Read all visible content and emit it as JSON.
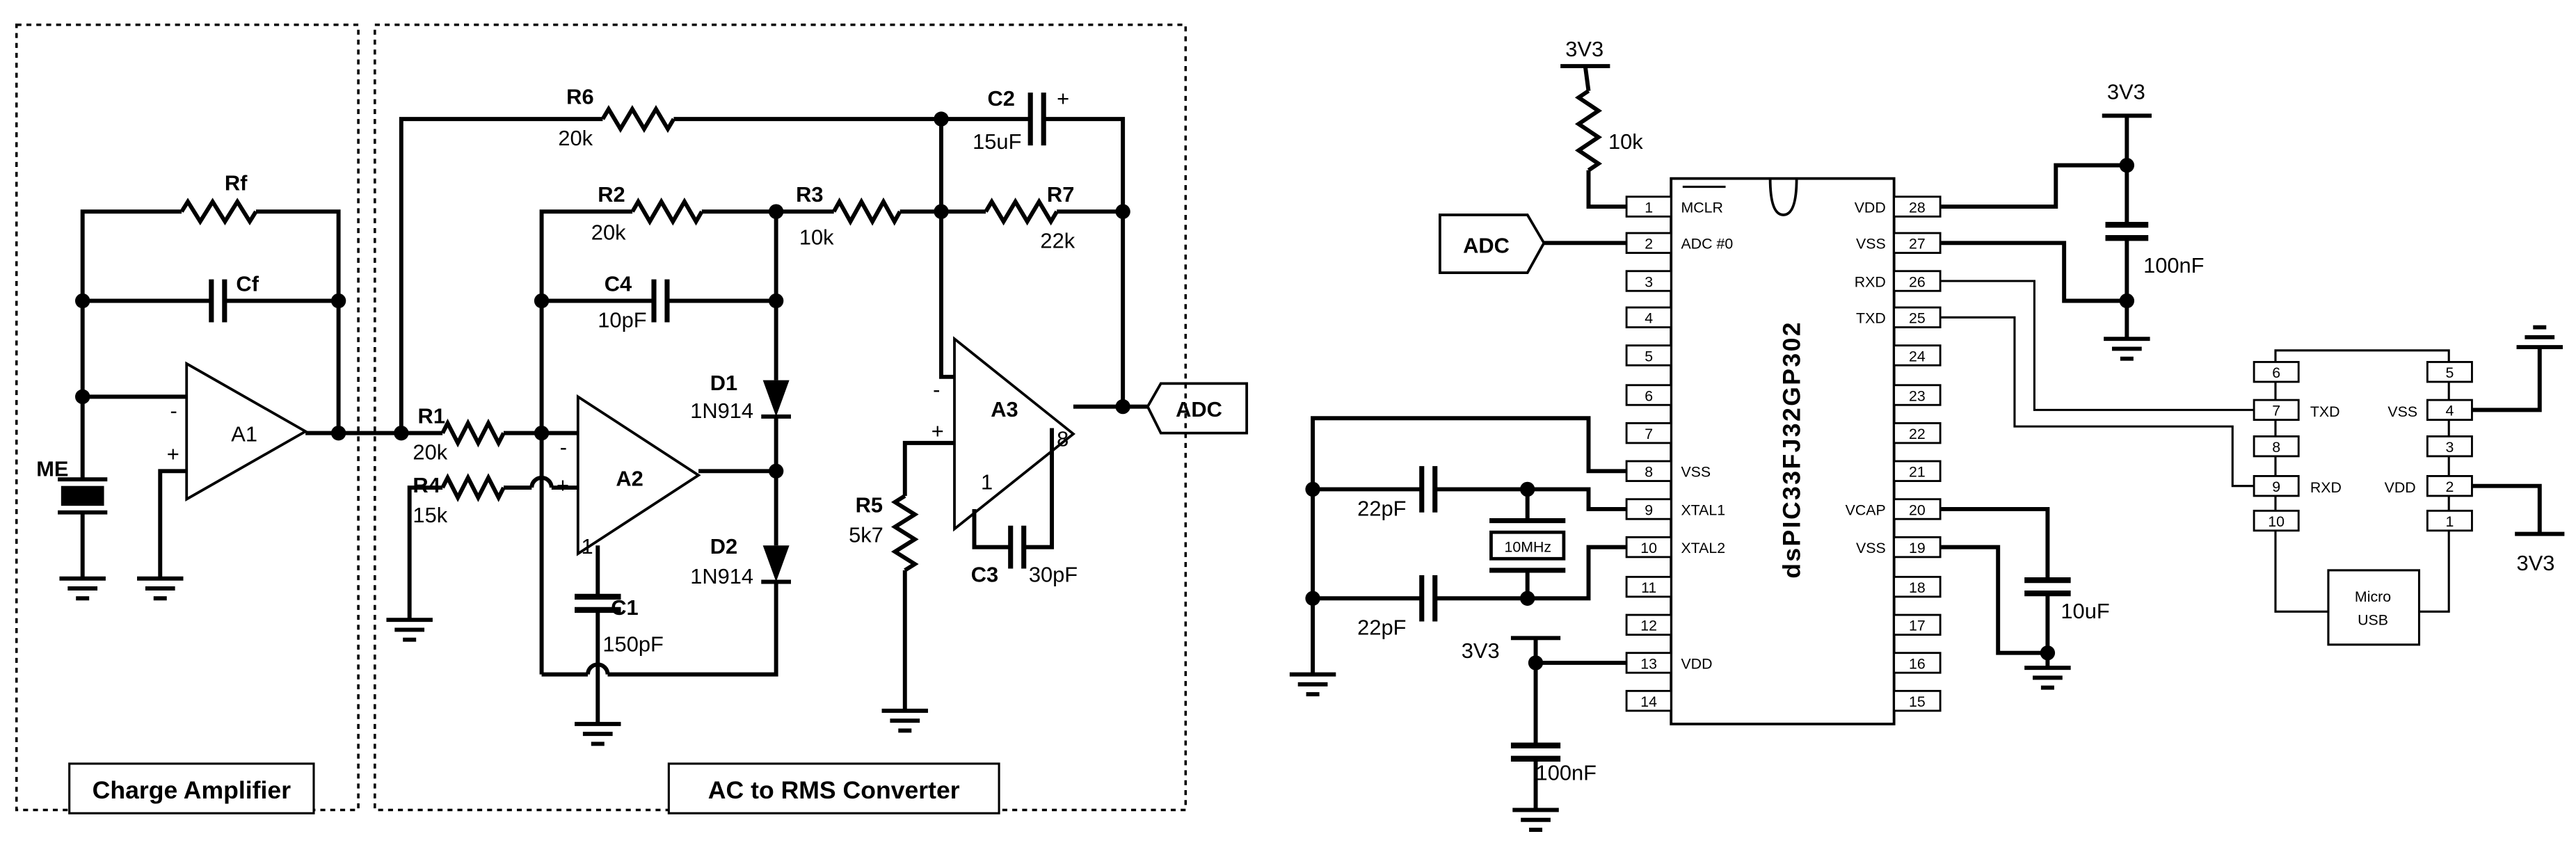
{
  "sections": {
    "charge_amplifier": "Charge Amplifier",
    "ac_to_rms": "AC to RMS Converter"
  },
  "charge_amp": {
    "rf": "Rf",
    "cf": "Cf",
    "me": "ME",
    "a1": "A1",
    "minus": "-",
    "plus": "+"
  },
  "rms": {
    "r6": "R6",
    "r6_val": "20k",
    "c2": "C2",
    "c2_val": "15uF",
    "c2_plus": "+",
    "r2": "R2",
    "r2_val": "20k",
    "r3": "R3",
    "r3_val": "10k",
    "r7": "R7",
    "r7_val": "22k",
    "c4": "C4",
    "c4_val": "10pF",
    "d1": "D1",
    "d1_val": "1N914",
    "d2": "D2",
    "d2_val": "1N914",
    "r1": "R1",
    "r1_val": "20k",
    "r4": "R4",
    "r4_val": "15k",
    "a2": "A2",
    "a2_pin1": "1",
    "c1": "C1",
    "c1_val": "150pF",
    "a3": "A3",
    "a3_pin1": "1",
    "a3_pin8": "8",
    "r5": "R5",
    "r5_val": "5k7",
    "c3": "C3",
    "c3_val": "30pF",
    "adc_out": "ADC",
    "minus": "-",
    "plus": "+"
  },
  "mcu": {
    "part": "dsPIC33FJ32GP302",
    "left_pins": [
      {
        "n": "1",
        "label": "MCLR"
      },
      {
        "n": "2",
        "label": "ADC #0"
      },
      {
        "n": "3",
        "label": ""
      },
      {
        "n": "4",
        "label": ""
      },
      {
        "n": "5",
        "label": ""
      },
      {
        "n": "6",
        "label": ""
      },
      {
        "n": "7",
        "label": ""
      },
      {
        "n": "8",
        "label": "VSS"
      },
      {
        "n": "9",
        "label": "XTAL1"
      },
      {
        "n": "10",
        "label": "XTAL2"
      },
      {
        "n": "11",
        "label": ""
      },
      {
        "n": "12",
        "label": ""
      },
      {
        "n": "13",
        "label": "VDD"
      },
      {
        "n": "14",
        "label": ""
      }
    ],
    "right_pins": [
      {
        "n": "28",
        "label": "VDD"
      },
      {
        "n": "27",
        "label": "VSS"
      },
      {
        "n": "26",
        "label": "RXD"
      },
      {
        "n": "25",
        "label": "TXD"
      },
      {
        "n": "24",
        "label": ""
      },
      {
        "n": "23",
        "label": ""
      },
      {
        "n": "22",
        "label": ""
      },
      {
        "n": "21",
        "label": ""
      },
      {
        "n": "20",
        "label": "VCAP"
      },
      {
        "n": "19",
        "label": "VSS"
      },
      {
        "n": "18",
        "label": ""
      },
      {
        "n": "17",
        "label": ""
      },
      {
        "n": "16",
        "label": ""
      },
      {
        "n": "15",
        "label": ""
      }
    ],
    "adc_in": "ADC",
    "pullup_val": "10k",
    "vdd_top": "3V3",
    "vdd_right": "3V3",
    "decoup_right": "100nF",
    "crystal": "10MHz",
    "c_xtal1": "22pF",
    "c_xtal2": "22pF",
    "vdd_13": "3V3",
    "decoup_13": "100nF",
    "vcap_val": "10uF"
  },
  "usb": {
    "left_pins": [
      "6",
      "7",
      "8",
      "9",
      "10"
    ],
    "right_pins": [
      "5",
      "4",
      "3",
      "2",
      "1"
    ],
    "txd": "TXD",
    "rxd": "RXD",
    "vss": "VSS",
    "vdd": "VDD",
    "name_line1": "Micro",
    "name_line2": "USB",
    "vdd_label": "3V3"
  }
}
